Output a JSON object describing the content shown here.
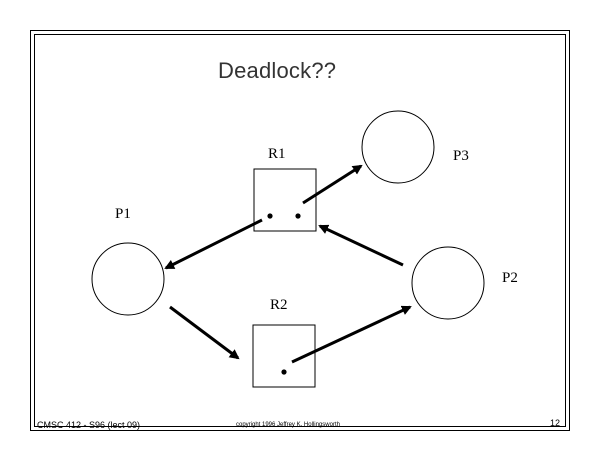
{
  "slide": {
    "title": "Deadlock??",
    "footer_course": "CMSC 412 - S96 (lect 09)",
    "footer_copyright": "copyright 1996 Jeffrey K. Hollingsworth",
    "page_number": "12"
  },
  "diagram": {
    "processes": [
      {
        "id": "P1",
        "label": "P1"
      },
      {
        "id": "P2",
        "label": "P2"
      },
      {
        "id": "P3",
        "label": "P3"
      }
    ],
    "resources": [
      {
        "id": "R1",
        "label": "R1",
        "instances": 2
      },
      {
        "id": "R2",
        "label": "R2",
        "instances": 1
      }
    ],
    "edges": [
      {
        "from": "R1",
        "to": "P1",
        "type": "assignment"
      },
      {
        "from": "R1",
        "to": "P3",
        "type": "assignment"
      },
      {
        "from": "P2",
        "to": "R1",
        "type": "request"
      },
      {
        "from": "P1",
        "to": "R2",
        "type": "request"
      },
      {
        "from": "R2",
        "to": "P2",
        "type": "assignment"
      }
    ]
  }
}
